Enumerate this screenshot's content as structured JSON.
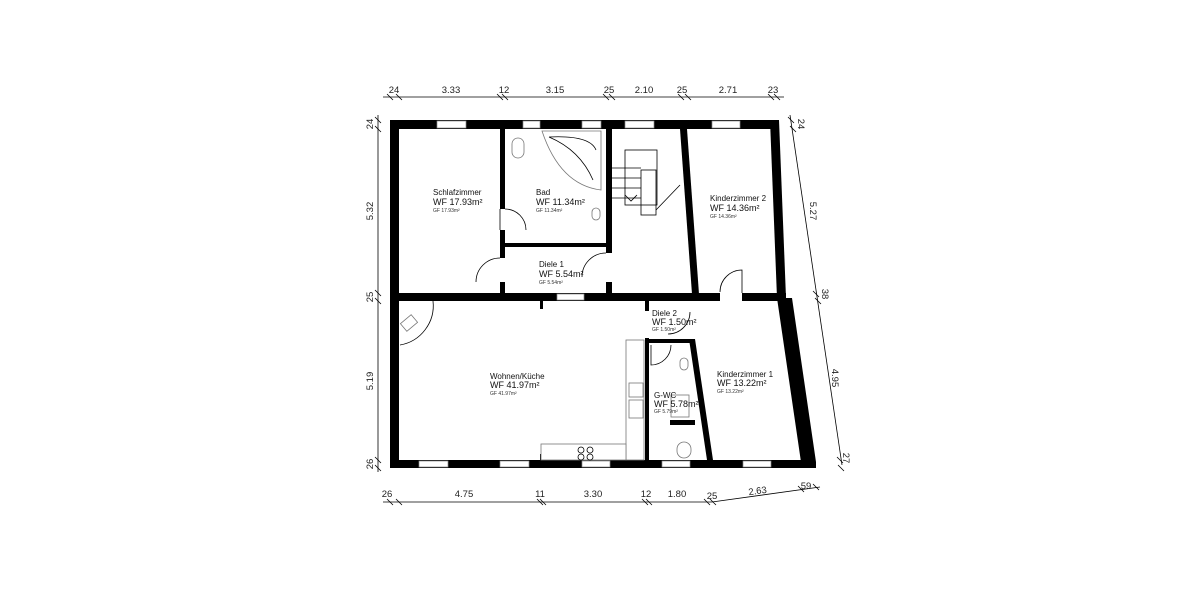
{
  "rooms": [
    {
      "name": "Schlafzimmer",
      "wf": "WF 17.93m²",
      "gf": "GF 17.93m²"
    },
    {
      "name": "Bad",
      "wf": "WF 11.34m²",
      "gf": "GF 11.34m²"
    },
    {
      "name": "Diele 1",
      "wf": "WF 5.54m²",
      "gf": "GF 5.54m²"
    },
    {
      "name": "Kinderzimmer 2",
      "wf": "WF 14.36m²",
      "gf": "GF 14.36m²"
    },
    {
      "name": "Diele 2",
      "wf": "WF 1.50m²",
      "gf": "GF 1.50m²"
    },
    {
      "name": "Wohnen/Küche",
      "wf": "WF 41.97m²",
      "gf": "GF 41.97m²"
    },
    {
      "name": "G-WC",
      "wf": "WF 5.78m²",
      "gf": "GF 5.79m²"
    },
    {
      "name": "Kinderzimmer 1",
      "wf": "WF 13.22m²",
      "gf": "GF 13.22m²"
    }
  ],
  "dimensions": {
    "top": [
      "24",
      "3.33",
      "12",
      "3.15",
      "25",
      "2.10",
      "25",
      "2.71",
      "23"
    ],
    "left": [
      "24",
      "5.32",
      "25",
      "5.19",
      "26"
    ],
    "bottom": [
      "26",
      "4.75",
      "11",
      "3.30",
      "12",
      "1.80",
      "25",
      "2.63",
      "59"
    ],
    "right": [
      "24",
      "5.27",
      "38",
      "4.95",
      "27"
    ]
  }
}
